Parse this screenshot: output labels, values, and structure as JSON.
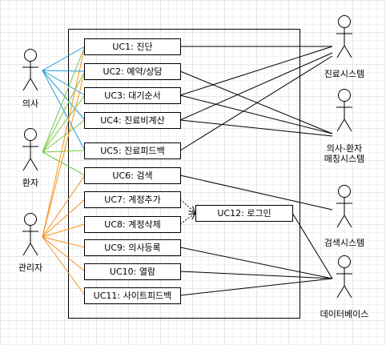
{
  "actors": {
    "doctor": "의사",
    "patient": "환자",
    "admin": "관리자",
    "medical_system": "진료시스템",
    "matching_system_line1": "의사-환자",
    "matching_system_line2": "매칭시스템",
    "search_system": "검색시스템",
    "database": "데이터베이스"
  },
  "use_cases": {
    "uc1": "UC1: 진단",
    "uc2": "UC2: 예약/상담",
    "uc3": "UC3: 대기순서",
    "uc4": "UC4: 진료비계산",
    "uc5": "UC5: 진료피드백",
    "uc6": "UC6: 검색",
    "uc7": "UC7: 계정추가",
    "uc8": "UC8: 계정삭제",
    "uc9": "UC9: 의사등록",
    "uc10": "UC10: 열람",
    "uc11": "UC11: 사이트피드백",
    "uc12": "UC12: 로그인"
  },
  "colors": {
    "doctor_assoc": "#1f9ad6",
    "patient_assoc": "#7ac943",
    "admin_assoc": "#f7931e",
    "system_assoc": "#000000"
  }
}
